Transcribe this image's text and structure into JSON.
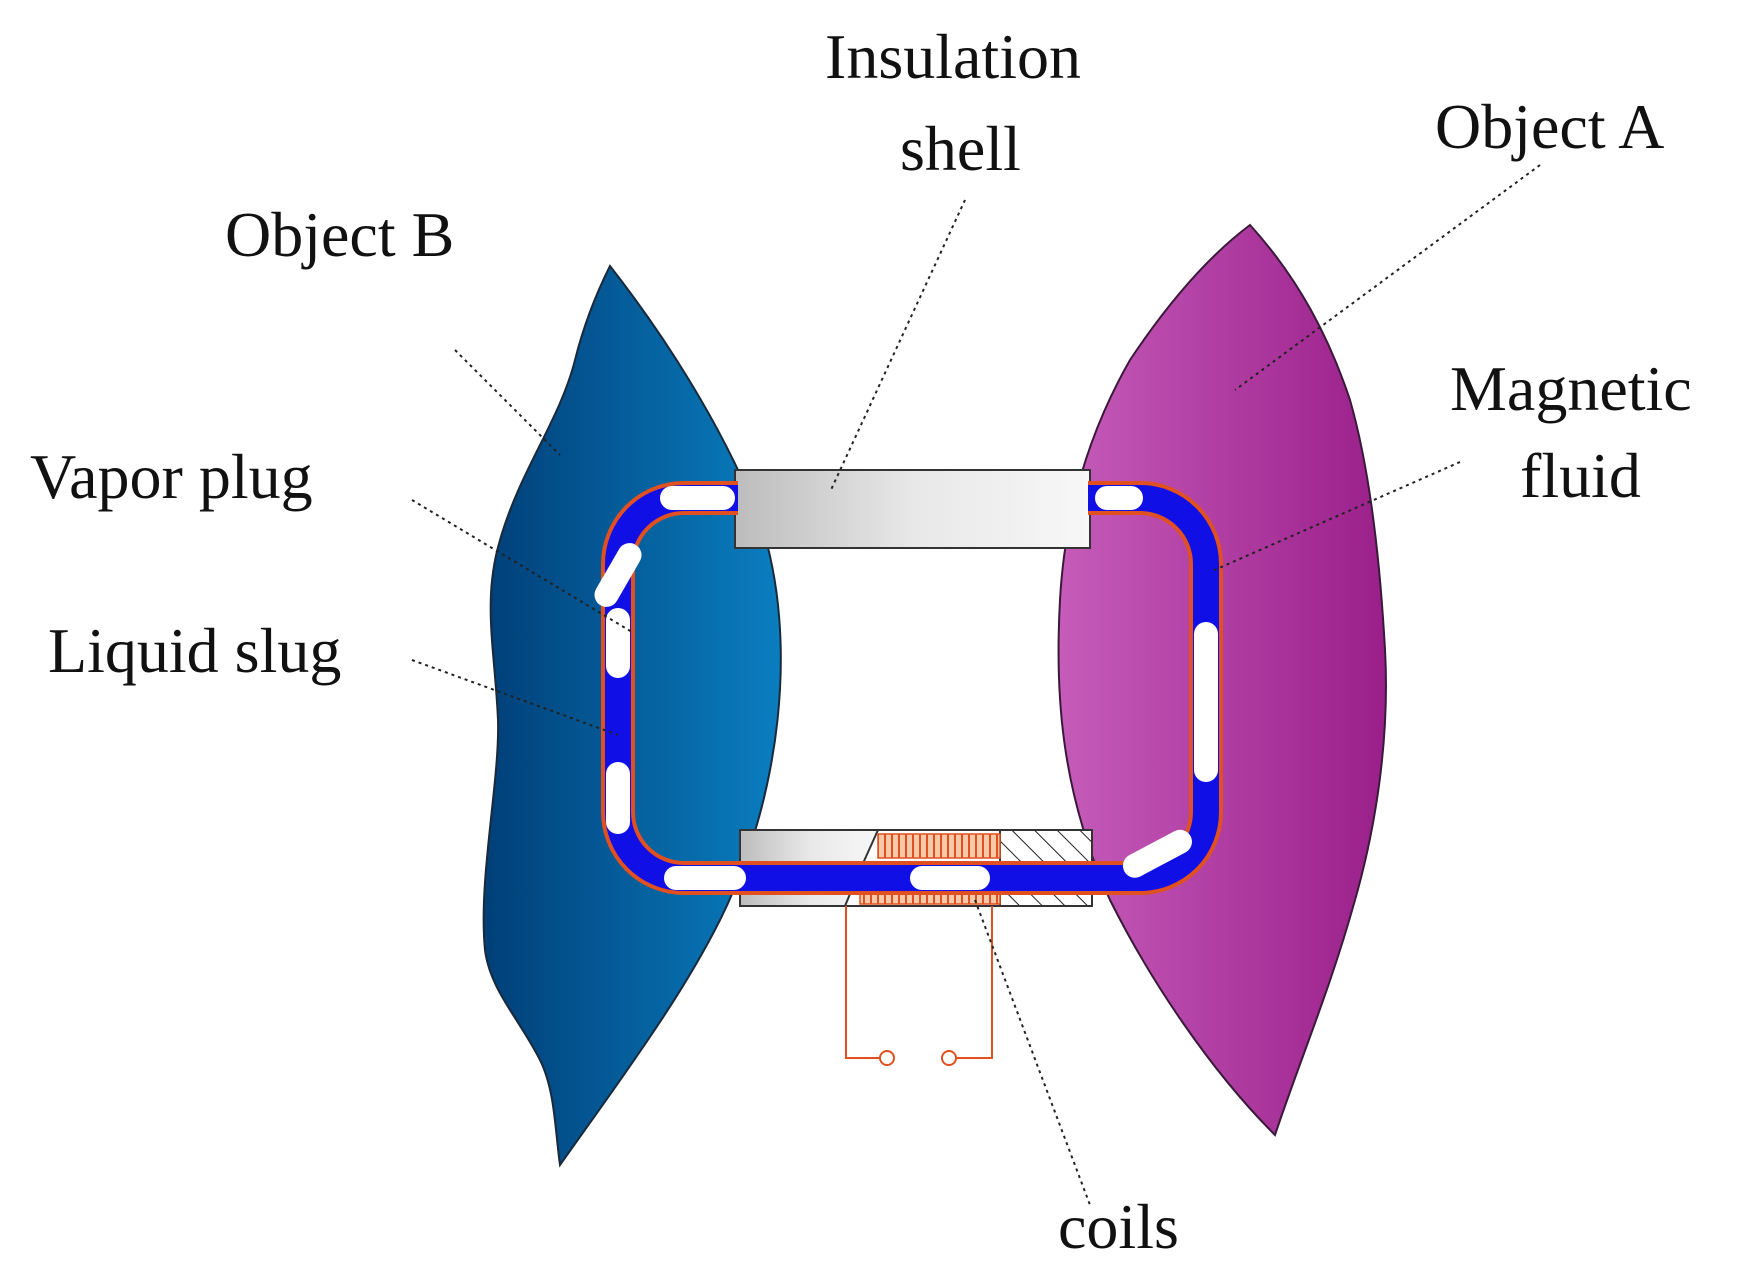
{
  "labels": {
    "insulation_line1": "Insulation",
    "insulation_line2": "shell",
    "object_a": "Object A",
    "object_b": "Object B",
    "magnetic_line1": "Magnetic",
    "magnetic_line2": "fluid",
    "vapor_plug": "Vapor plug",
    "liquid_slug": "Liquid slug",
    "coils": "coils"
  },
  "colors": {
    "object_b": "#0a5a94",
    "object_a": "#a7369c",
    "liquid": "#1010e6",
    "vapor": "#ffffff",
    "shell": "#d8d8d8",
    "coil": "#e05020"
  }
}
